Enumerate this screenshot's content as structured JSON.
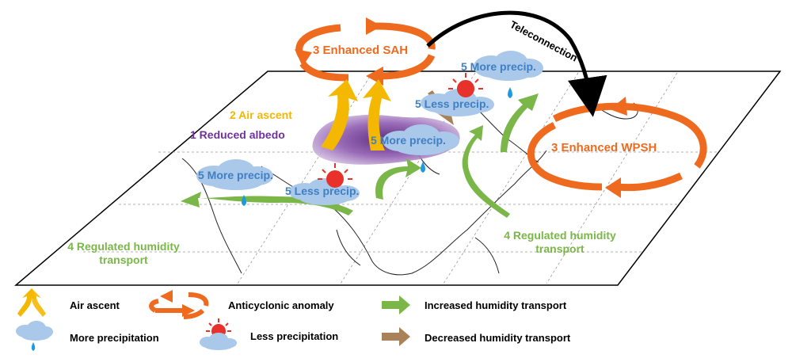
{
  "diagram": {
    "labels": {
      "enhanced_sah": "3 Enhanced SAH",
      "enhanced_wpsh": "3 Enhanced WPSH",
      "teleconnection": "Teleconnection",
      "air_ascent": "2 Air ascent",
      "reduced_albedo": "1 Reduced albedo",
      "regulated_humidity_left": "4 Regulated humidity transport",
      "regulated_humidity_right": "4 Regulated humidity transport",
      "more_precip_top": "5 More precip.",
      "less_precip_top": "5 Less precip.",
      "more_precip_center": "5 More precip.",
      "more_precip_left": "5 More precip.",
      "less_precip_left": "5 Less precip."
    },
    "colors": {
      "anticyclone": "#ee6a1e",
      "humidity_increase": "#7ab648",
      "humidity_decrease": "#a9825a",
      "ascent": "#f5b800",
      "precip_text": "#3f7fc4",
      "albedo": "#7030a0",
      "sun": "#e8312a",
      "cloud": "#a9c8ea"
    }
  },
  "legend": {
    "air_ascent": "Air ascent",
    "anticyclonic_anomaly": "Anticyclonic anomaly",
    "increased_humidity": "Increased humidity transport",
    "more_precipitation": "More precipitation",
    "less_precipitation": "Less precipitation",
    "decreased_humidity": "Decreased humidity transport"
  }
}
